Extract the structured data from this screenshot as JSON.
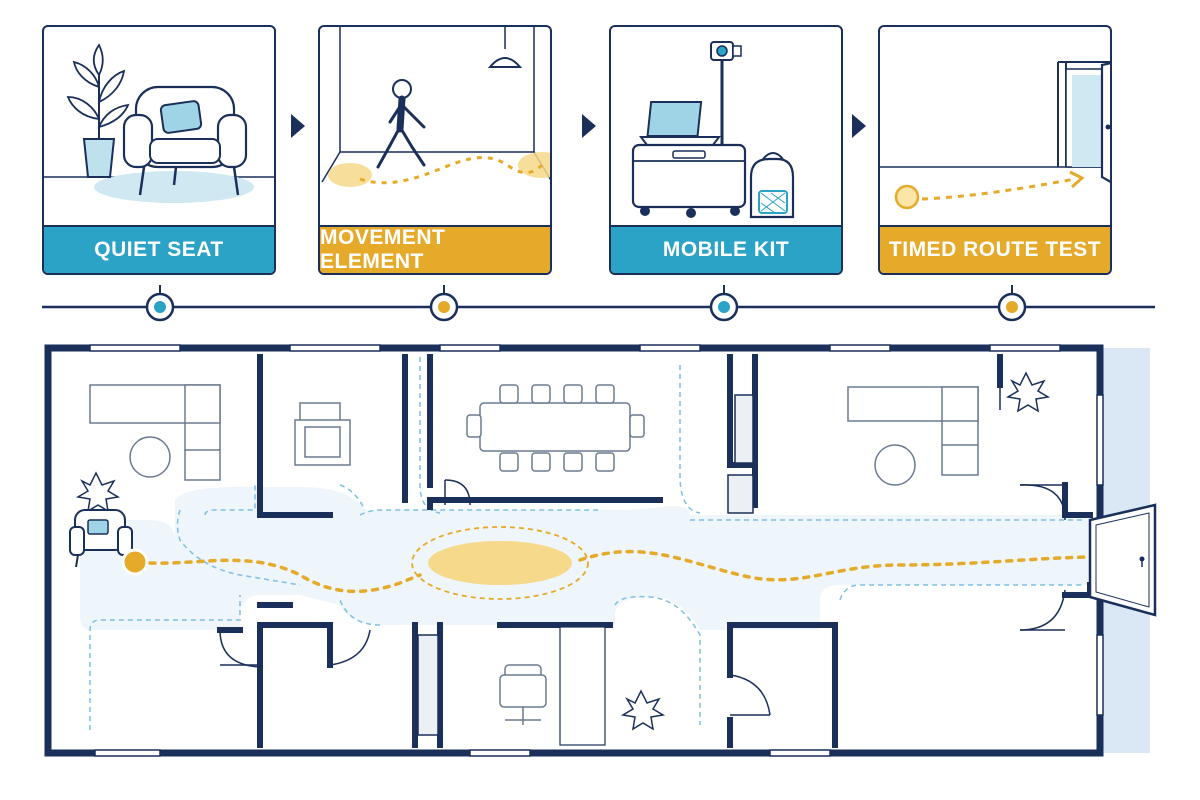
{
  "colors": {
    "navy": "#1a2f5a",
    "teal": "#2ba3c6",
    "amber": "#e6aa2a",
    "route": "#e6aa2a",
    "zone_light": "#eaf3fa",
    "zone_dash": "#7fbfe0"
  },
  "steps": [
    {
      "label": "QUIET SEAT",
      "color": "teal",
      "icon": "armchair-icon"
    },
    {
      "label": "MOVEMENT ELEMENT",
      "color": "amber",
      "icon": "walking-person-icon"
    },
    {
      "label": "MOBILE KIT",
      "color": "teal",
      "icon": "equipment-cart-icon"
    },
    {
      "label": "TIMED ROUTE TEST",
      "color": "amber",
      "icon": "open-door-icon"
    }
  ]
}
